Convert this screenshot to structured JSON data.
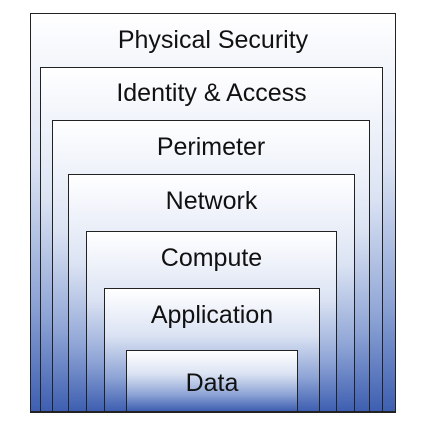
{
  "layers": [
    {
      "label": "Physical Security"
    },
    {
      "label": "Identity & Access"
    },
    {
      "label": "Perimeter"
    },
    {
      "label": "Network"
    },
    {
      "label": "Compute"
    },
    {
      "label": "Application"
    },
    {
      "label": "Data"
    }
  ],
  "colors": {
    "border": "#222222",
    "gradient_top": "#ffffff",
    "gradient_bottom": "#3e5fb1"
  }
}
